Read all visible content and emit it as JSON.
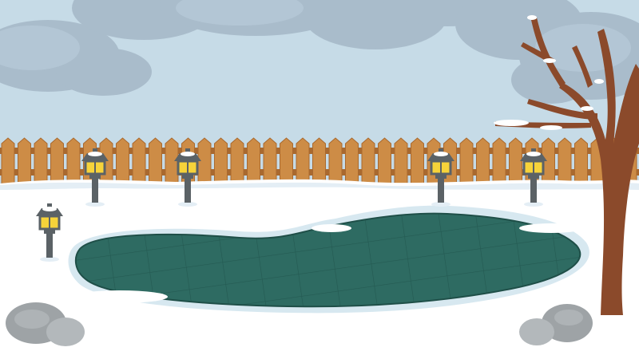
{
  "scene": {
    "subject": "backyard-pool-winter",
    "elements": [
      "clouds",
      "wooden-fence",
      "snowy-ground",
      "covered-pool",
      "garden-lamps",
      "bare-tree",
      "rocks"
    ]
  },
  "colors": {
    "sky": "#c6dbe7",
    "cloud": "#a9bccb",
    "fence": "#cd8c46",
    "fence_dark": "#a9692f",
    "snow": "#ffffff",
    "snow_shadow": "#e4eef5",
    "pool_cover": "#2e6b62",
    "pool_grid": "#245a52",
    "pool_ice": "#d7e8f0",
    "lamp_body": "#5b6266",
    "lamp_light": "#f6d33a",
    "tree": "#8b4a2b",
    "rock": "#9ea3a6"
  },
  "lamp_count": 5,
  "rock_group_count": 2
}
